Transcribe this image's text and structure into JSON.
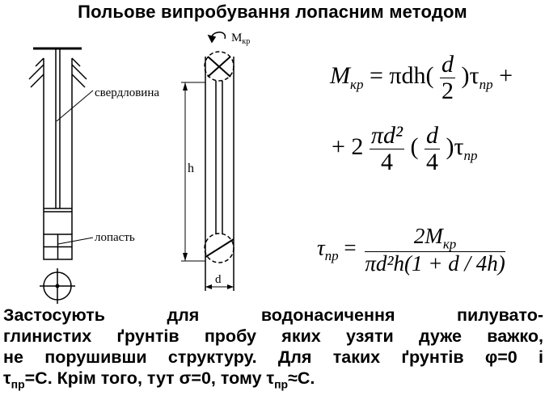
{
  "title": "Польове випробування лопасним методом",
  "diagram": {
    "label_borehole": "свердловина",
    "label_blade": "лопасть",
    "label_torque_M": "M",
    "label_torque_sub": "кр",
    "label_h": "h",
    "label_d": "d"
  },
  "formula1": {
    "lhs": "M",
    "lhs_sub": "кр",
    "eq_part": "= πdh(",
    "frac_num": "d",
    "frac_den": "2",
    "close": ")τ",
    "tau_sub": "пр",
    "plus": " +"
  },
  "formula2": {
    "lead": "+ 2",
    "frac1_num": "πd²",
    "frac1_den": "4",
    "open": "(",
    "frac2_num": "d",
    "frac2_den": "4",
    "close": ")τ",
    "tau_sub": "пр"
  },
  "formula3": {
    "lhs": "τ",
    "lhs_sub": "пр",
    "eq": "=",
    "num": "2M",
    "num_sub": "кр",
    "den": "πd²h(1 + d / 4h)"
  },
  "paragraph": {
    "line1": "Застосують для водонасичення пилувато-",
    "line2": "глинистих ґрунтів пробу яких узяти дуже важко,",
    "line3": "не порушивши структуру. Для таких ґрунтів φ=0 і",
    "line4_a": "τ",
    "line4_sub1": "пр",
    "line4_b": "=С. Крім того, тут σ=0, тому τ",
    "line4_sub2": "пр",
    "line4_c": "≈С."
  }
}
